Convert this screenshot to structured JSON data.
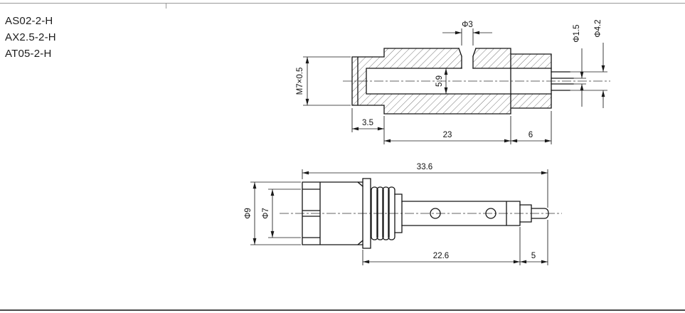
{
  "page": {
    "part_numbers": [
      "AS02-2-H",
      "AX2.5-2-H",
      "AT05-2-H"
    ]
  },
  "colors": {
    "line": "#141414",
    "background": "#ffffff"
  },
  "section_view": {
    "labels": {
      "top_hole_dia": "Φ3",
      "thread_spec": "M7×0.5",
      "bore_height": "5.9",
      "pin_dia": "Φ1.5",
      "tail_dia": "Φ4.2",
      "thread_len": "3.5",
      "body_len": "23",
      "tail_len": "6"
    }
  },
  "side_view": {
    "labels": {
      "total_len": "33.6",
      "outer_dia": "Φ9",
      "inner_dia": "Φ7",
      "shaft_len": "22.6",
      "tip_len": "5"
    }
  }
}
